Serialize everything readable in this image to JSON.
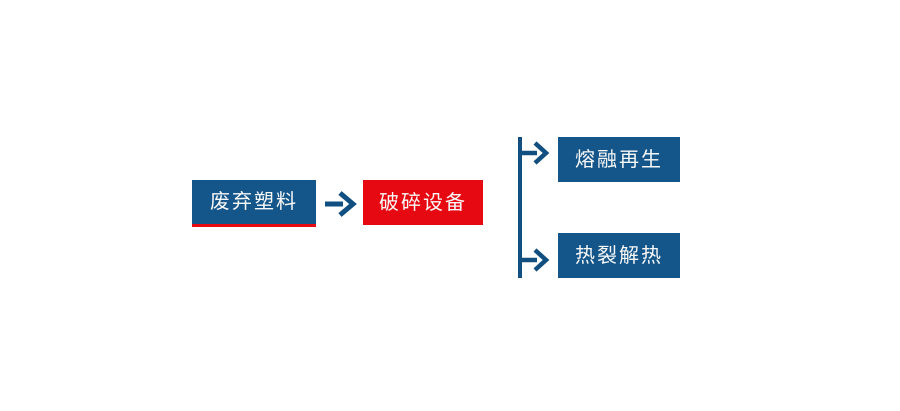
{
  "diagram": {
    "title": "waste-plastic-recycling-flowchart",
    "nodes": {
      "source": {
        "label": "废弃塑料"
      },
      "process": {
        "label": "破碎设备"
      },
      "output_top": {
        "label": "熔融再生"
      },
      "output_bottom": {
        "label": "热裂解热"
      }
    },
    "connectors": {
      "main_arrow": "right-arrow",
      "fork": "vertical-branch-with-two-right-arrows"
    },
    "colors": {
      "node_blue": "#15568a",
      "node_red": "#e60911",
      "source_underline_red": "#e60911",
      "connector_blue": "#114f80",
      "text": "#f8f8f8",
      "background": "#ffffff"
    }
  }
}
